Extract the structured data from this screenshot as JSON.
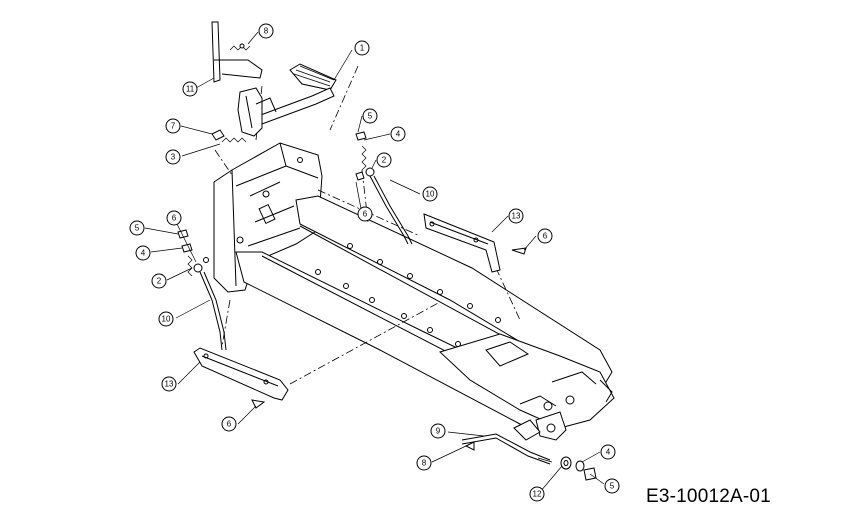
{
  "drawing_code": "E3-10012A-01",
  "callouts": [
    {
      "id": "c1",
      "label": "1"
    },
    {
      "id": "c8a",
      "label": "8"
    },
    {
      "id": "c11",
      "label": "11"
    },
    {
      "id": "c7",
      "label": "7"
    },
    {
      "id": "c3",
      "label": "3"
    },
    {
      "id": "c5a",
      "label": "5"
    },
    {
      "id": "c4a",
      "label": "4"
    },
    {
      "id": "c2a",
      "label": "2"
    },
    {
      "id": "c10a",
      "label": "10"
    },
    {
      "id": "c6a",
      "label": "6"
    },
    {
      "id": "c13a",
      "label": "13"
    },
    {
      "id": "c6b",
      "label": "6"
    },
    {
      "id": "c6c",
      "label": "6"
    },
    {
      "id": "c5b",
      "label": "5"
    },
    {
      "id": "c4b",
      "label": "4"
    },
    {
      "id": "c2b",
      "label": "2"
    },
    {
      "id": "c10b",
      "label": "10"
    },
    {
      "id": "c13b",
      "label": "13"
    },
    {
      "id": "c6d",
      "label": "6"
    },
    {
      "id": "c9",
      "label": "9"
    },
    {
      "id": "c8b",
      "label": "8"
    },
    {
      "id": "c4c",
      "label": "4"
    },
    {
      "id": "c12",
      "label": "12"
    },
    {
      "id": "c5c",
      "label": "5"
    }
  ]
}
